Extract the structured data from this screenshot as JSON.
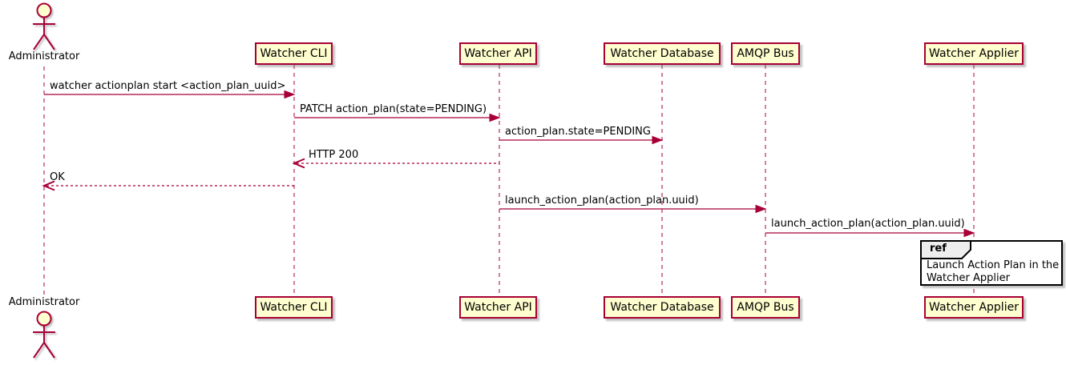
{
  "diagram": {
    "type": "uml-sequence",
    "colors": {
      "background": "#FFFFFF",
      "participant_fill": "#FEFECE",
      "participant_border": "#A80036",
      "line": "#A80036",
      "text": "#000000",
      "ref_border": "#000000",
      "ref_header_fill": "#EEEEEE"
    },
    "actor": {
      "name": "Administrator"
    },
    "participants": [
      {
        "name": "Watcher CLI"
      },
      {
        "name": "Watcher API"
      },
      {
        "name": "Watcher Database"
      },
      {
        "name": "AMQP Bus"
      },
      {
        "name": "Watcher Applier"
      }
    ],
    "messages": [
      {
        "from": "Administrator",
        "to": "Watcher CLI",
        "style": "solid",
        "text": "watcher actionplan start <action_plan_uuid>"
      },
      {
        "from": "Watcher CLI",
        "to": "Watcher API",
        "style": "solid",
        "text": "PATCH action_plan(state=PENDING)"
      },
      {
        "from": "Watcher API",
        "to": "Watcher Database",
        "style": "solid",
        "text": "action_plan.state=PENDING"
      },
      {
        "from": "Watcher API",
        "to": "Watcher CLI",
        "style": "dashed-return",
        "text": "HTTP 200"
      },
      {
        "from": "Watcher CLI",
        "to": "Administrator",
        "style": "dashed-return",
        "text": "OK"
      },
      {
        "from": "Watcher API",
        "to": "AMQP Bus",
        "style": "solid",
        "text": "launch_action_plan(action_plan.uuid)"
      },
      {
        "from": "AMQP Bus",
        "to": "Watcher Applier",
        "style": "solid",
        "text": "launch_action_plan(action_plan.uuid)"
      }
    ],
    "ref_frame": {
      "keyword": "ref",
      "over": "Watcher Applier",
      "text": "Launch Action Plan in the Watcher Applier"
    }
  }
}
